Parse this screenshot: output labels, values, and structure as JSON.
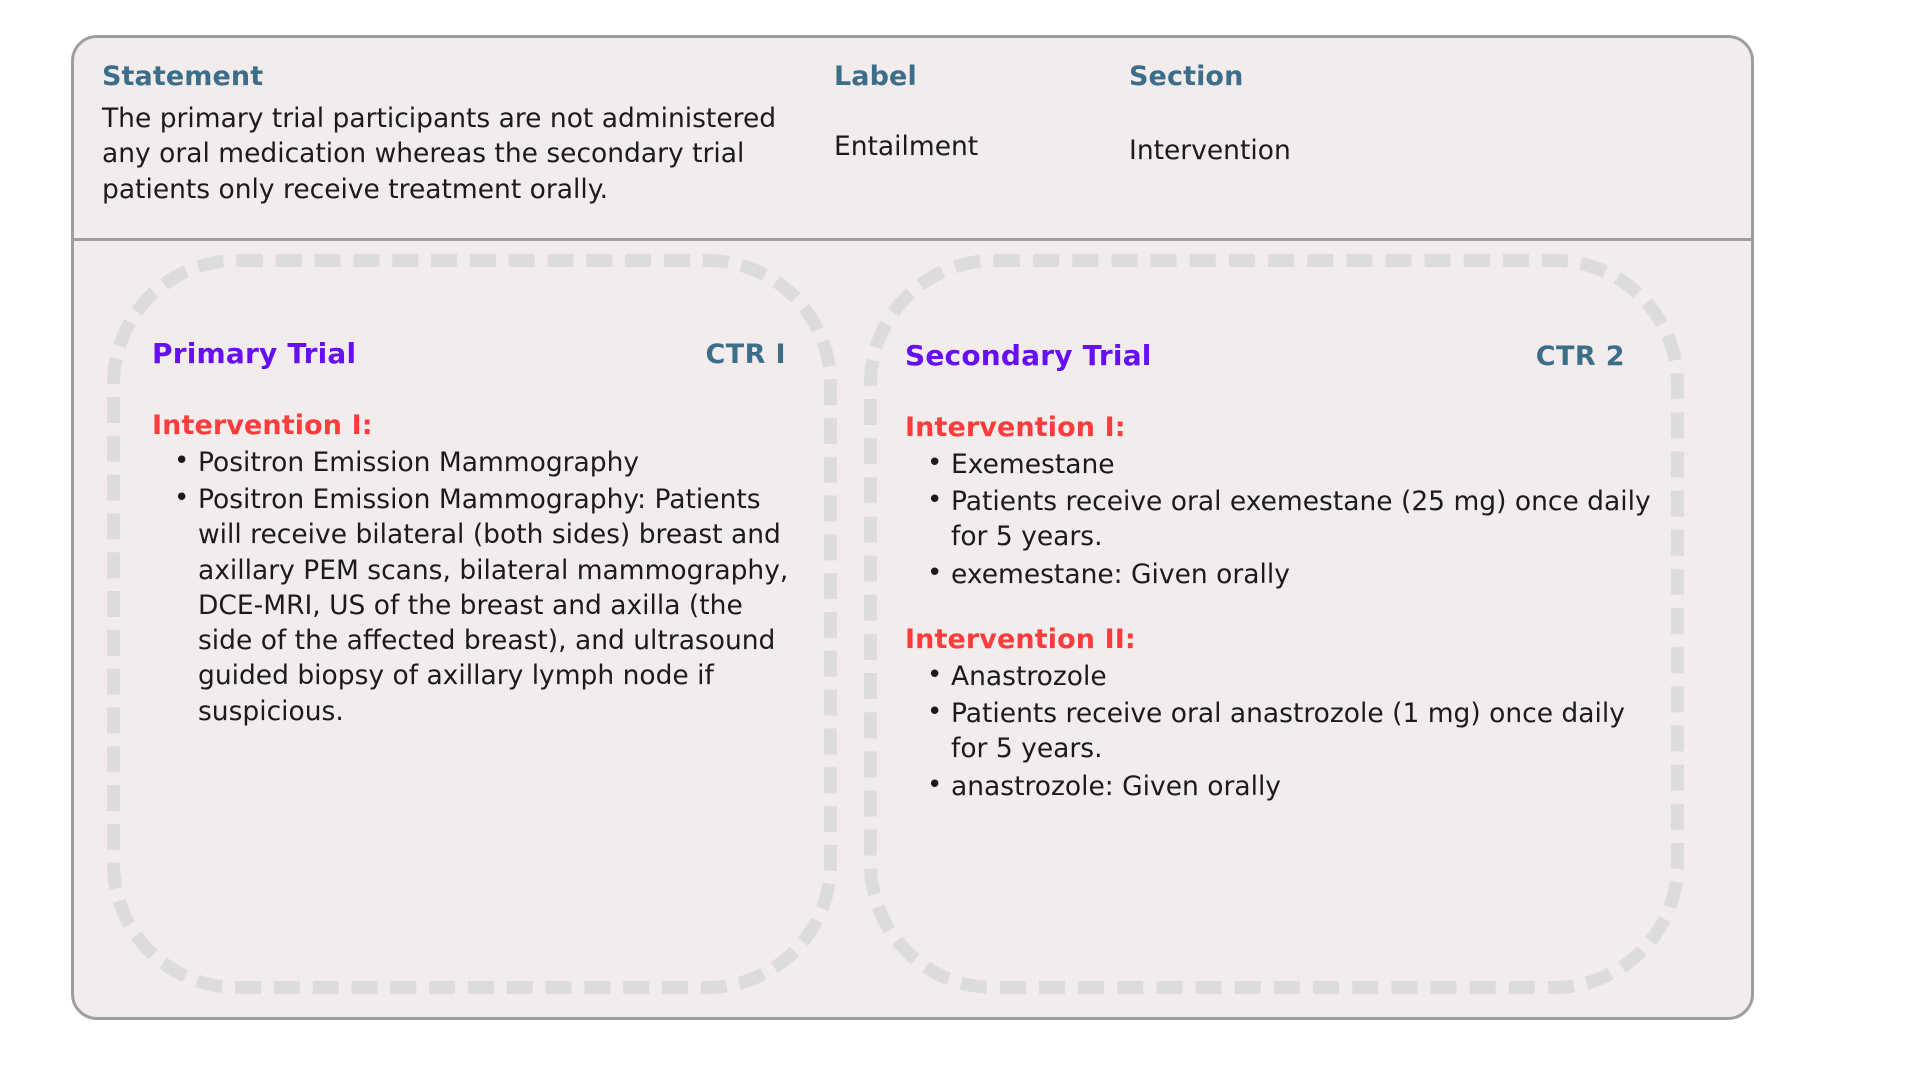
{
  "header": {
    "statement": {
      "title": "Statement",
      "text": "The primary trial participants are not administered any oral medication whereas the secondary trial patients only receive treatment orally."
    },
    "label": {
      "title": "Label",
      "value": "Entailment"
    },
    "section": {
      "title": "Section",
      "value": "Intervention"
    }
  },
  "colors": {
    "card_background": "#f2ecec",
    "card_border": "#9e9e9e",
    "dashed_border": "#dcdcdc",
    "header_accent": "#3c6e8a",
    "trial_name": "#6610f2",
    "intervention_heading": "#fa3c3c",
    "body_text": "#1b1b1b"
  },
  "trials": [
    {
      "name": "Primary Trial",
      "ctr": "CTR I",
      "interventions": [
        {
          "heading": "Intervention I:",
          "items": [
            "Positron Emission Mammography",
            "Positron Emission Mammography: Patients will receive bilateral (both sides) breast and axillary PEM scans, bilateral mammography, DCE-MRI, US of the breast and axilla (the side of the affected breast), and ultrasound guided biopsy of axillary lymph node if suspicious."
          ]
        }
      ]
    },
    {
      "name": "Secondary Trial",
      "ctr": "CTR 2",
      "interventions": [
        {
          "heading": "Intervention I:",
          "items": [
            "Exemestane",
            "Patients receive oral exemestane (25 mg) once daily for 5 years.",
            "exemestane: Given orally"
          ]
        },
        {
          "heading": "Intervention II:",
          "items": [
            "Anastrozole",
            "Patients receive oral anastrozole (1 mg) once daily for 5 years.",
            "anastrozole: Given orally"
          ]
        }
      ]
    }
  ]
}
